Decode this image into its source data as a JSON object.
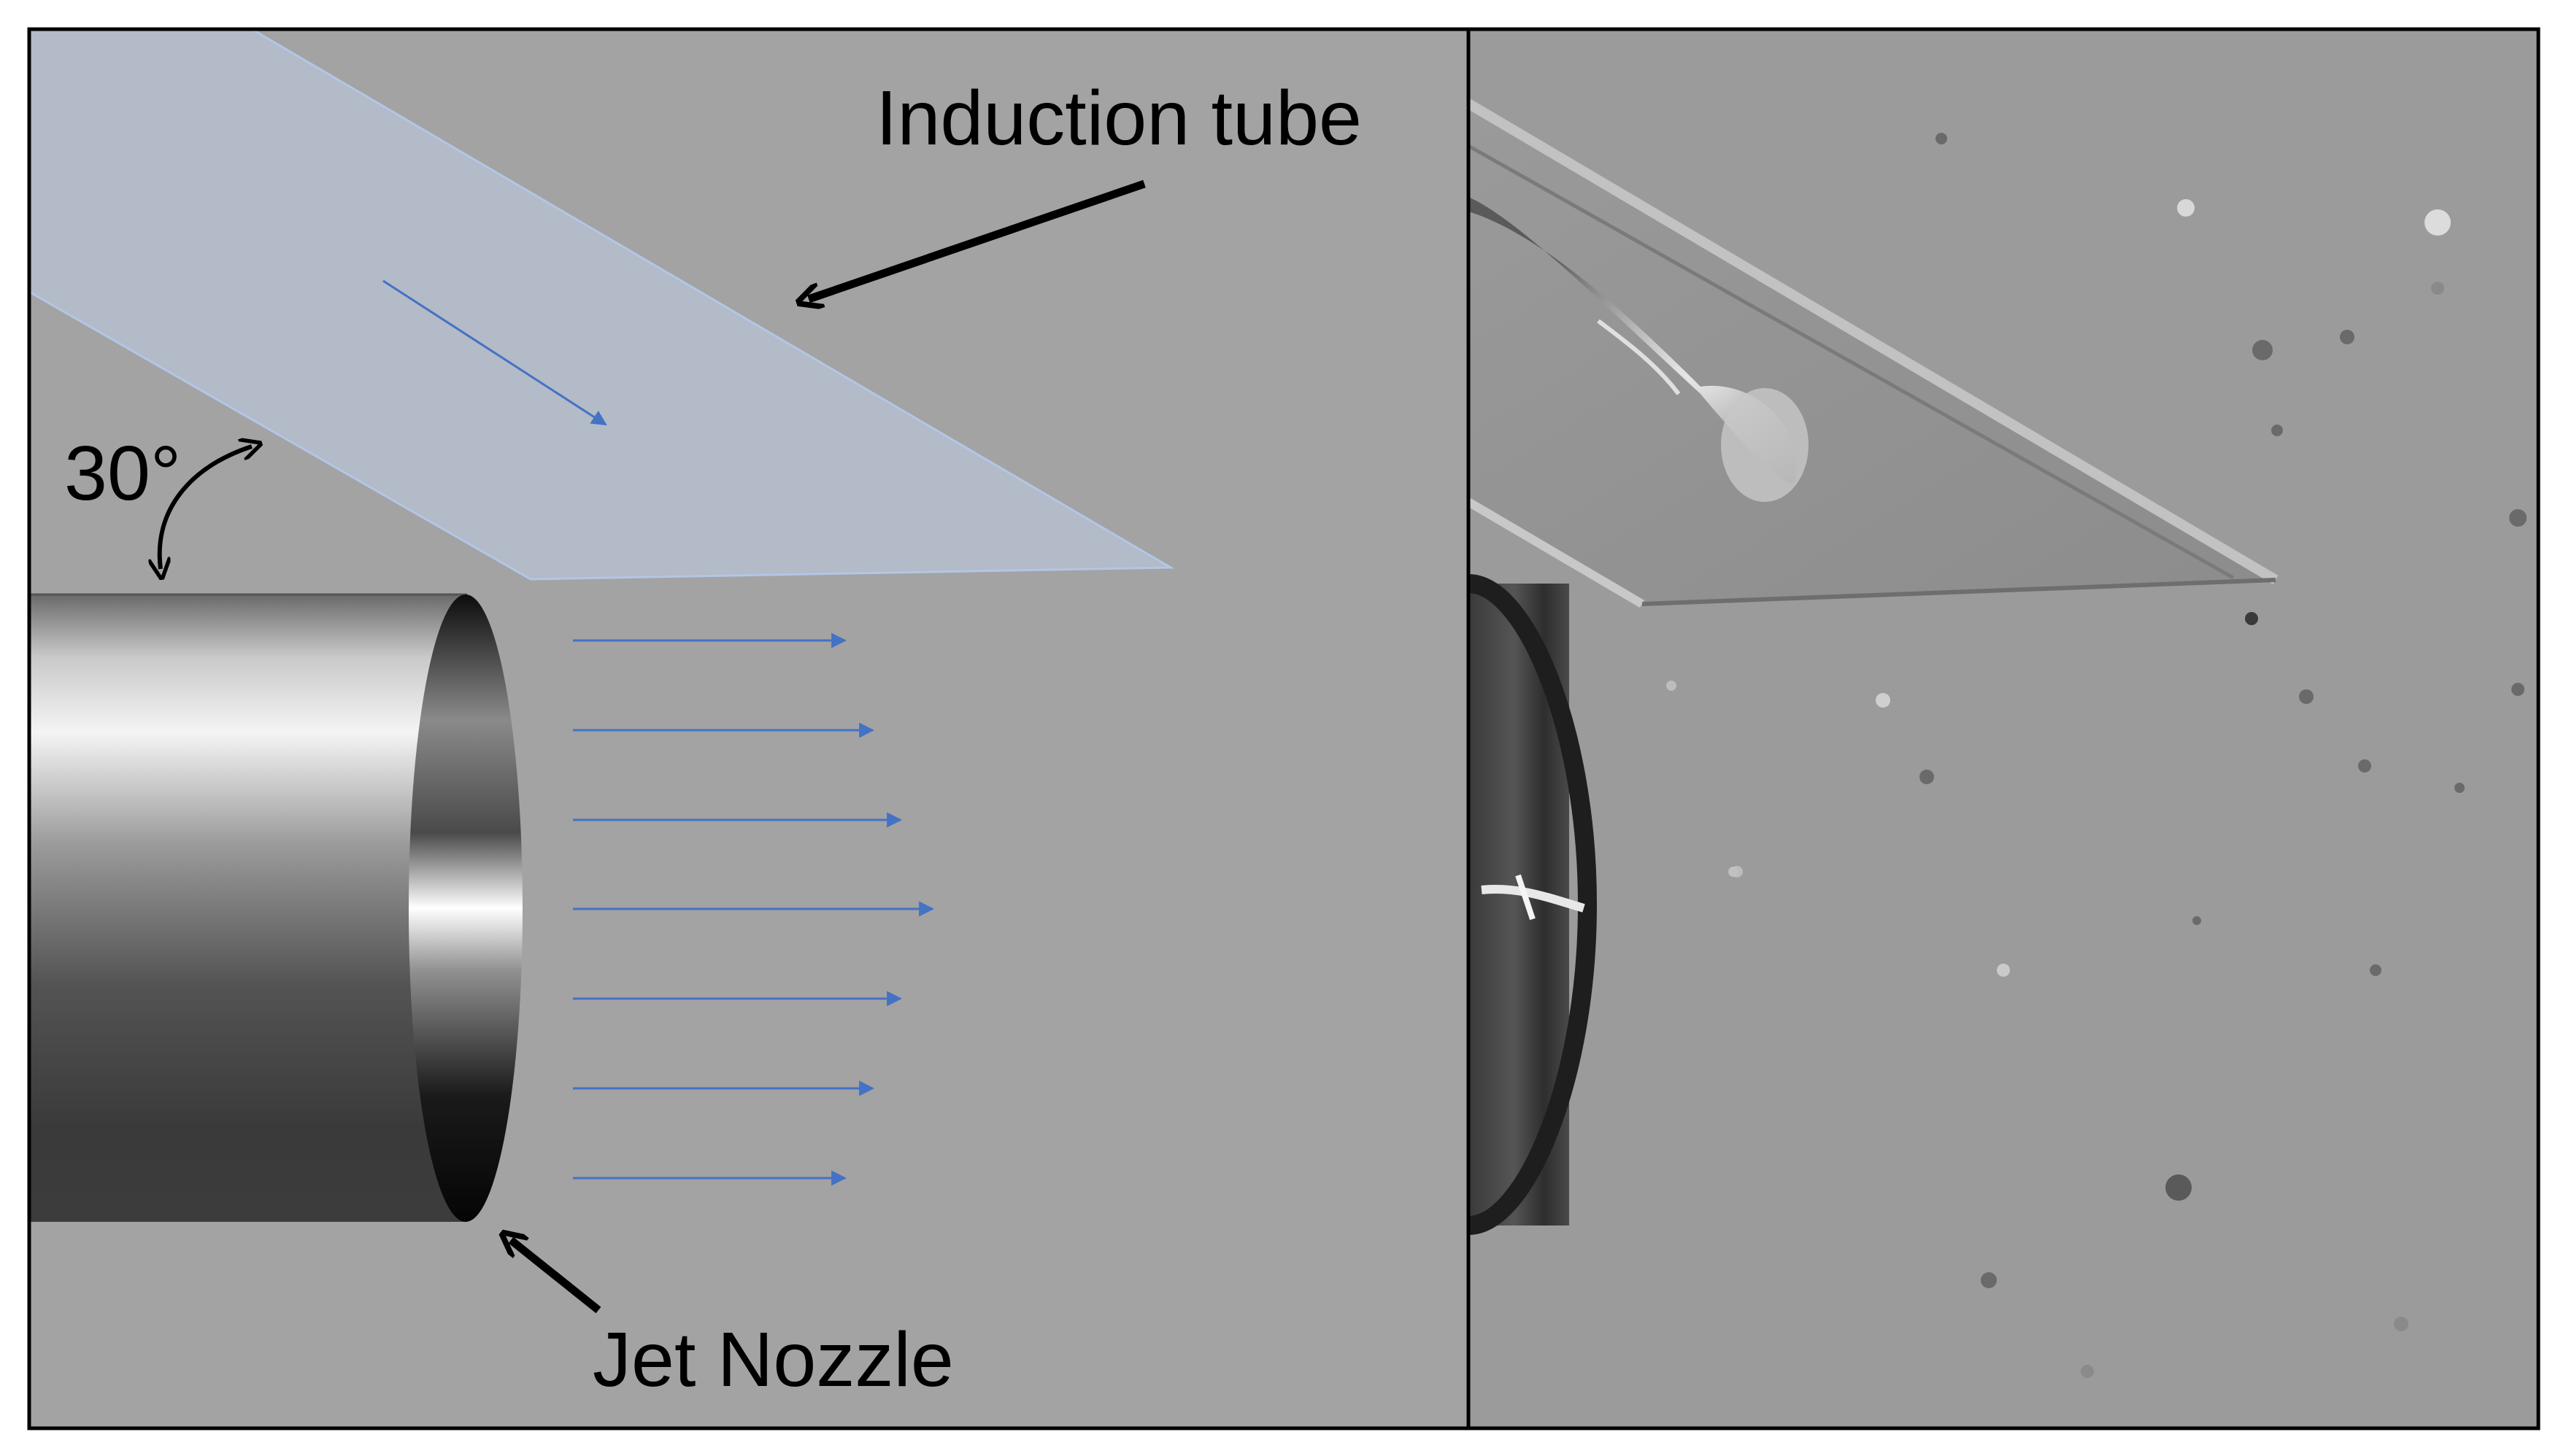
{
  "labels": {
    "induction_tube": "Induction tube",
    "angle": "30°",
    "jet_nozzle": "Jet Nozzle"
  },
  "colors": {
    "background_diagram": "#a3a3a3",
    "tube_fill": "#b4bccb",
    "tube_edge": "#b3c6e6",
    "flow_arrow": "#4472c4",
    "photo_background": "#9b9b9b",
    "border": "#000000",
    "label_text": "#000000"
  },
  "icons": {
    "pointer_arrow": "arrow-pointer-icon",
    "angle_arrow": "curved-double-arrow-icon",
    "flow_arrow": "flow-arrow-icon"
  }
}
